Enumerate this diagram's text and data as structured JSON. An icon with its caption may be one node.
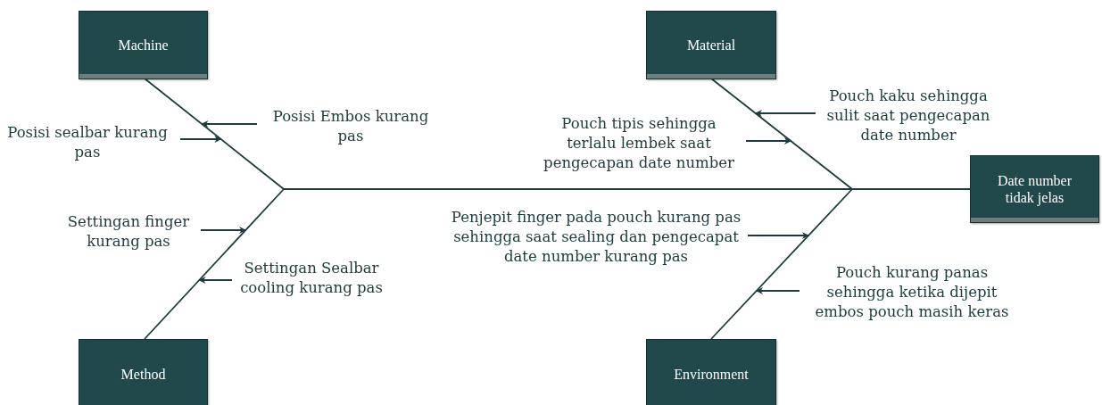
{
  "diagram": {
    "nodes": [
      {
        "text": [
          "Machine"
        ]
      },
      {
        "text": [
          "Material"
        ]
      },
      {
        "text": [
          "Method"
        ]
      },
      {
        "text": [
          "Environment"
        ]
      },
      {
        "text": [
          "Date number tidak jelas"
        ]
      },
      {
        "text": [
          "Posisi Embos kurang pas"
        ]
      },
      {
        "text": [
          "Posisi sealbar kurang pas"
        ]
      },
      {
        "text": [
          "Settingan finger kurang pas"
        ]
      },
      {
        "text": [
          "Settingan Sealbar cooling kurang pas"
        ]
      },
      {
        "text": [
          "Pouch kaku sehingga sulit saat pengecapan date number"
        ]
      },
      {
        "text": [
          "Pouch tipis sehingga terlalu lembek saat pengecapan date number"
        ]
      },
      {
        "text": [
          "Penjepit finger pada pouch kurang pas sehingga saat sealing dan pengecapat date number kurang pas"
        ]
      },
      {
        "text": [
          "Pouch kurang panas sehingga ketika dijepit embos pouch masih keras"
        ]
      },
      {
        "text": [],
        "shape": "line"
      },
      {
        "text": [],
        "shape": "line"
      },
      {
        "text": [],
        "shape": "line"
      },
      {
        "text": [],
        "shape": "line"
      },
      {
        "text": [],
        "shape": "line"
      }
    ],
    "edges": [
      {
        "from": 5,
        "to": 13,
        "arrow": "to"
      },
      {
        "from": 6,
        "to": 13,
        "arrow": "to"
      },
      {
        "from": 7,
        "to": 15,
        "arrow": "to"
      },
      {
        "from": 8,
        "to": 15,
        "arrow": "to"
      },
      {
        "from": 9,
        "to": 14,
        "arrow": "to"
      },
      {
        "from": 10,
        "to": 14,
        "arrow": "to"
      },
      {
        "from": 11,
        "to": 16,
        "arrow": "to"
      },
      {
        "from": 12,
        "to": 16,
        "arrow": "to"
      }
    ]
  }
}
